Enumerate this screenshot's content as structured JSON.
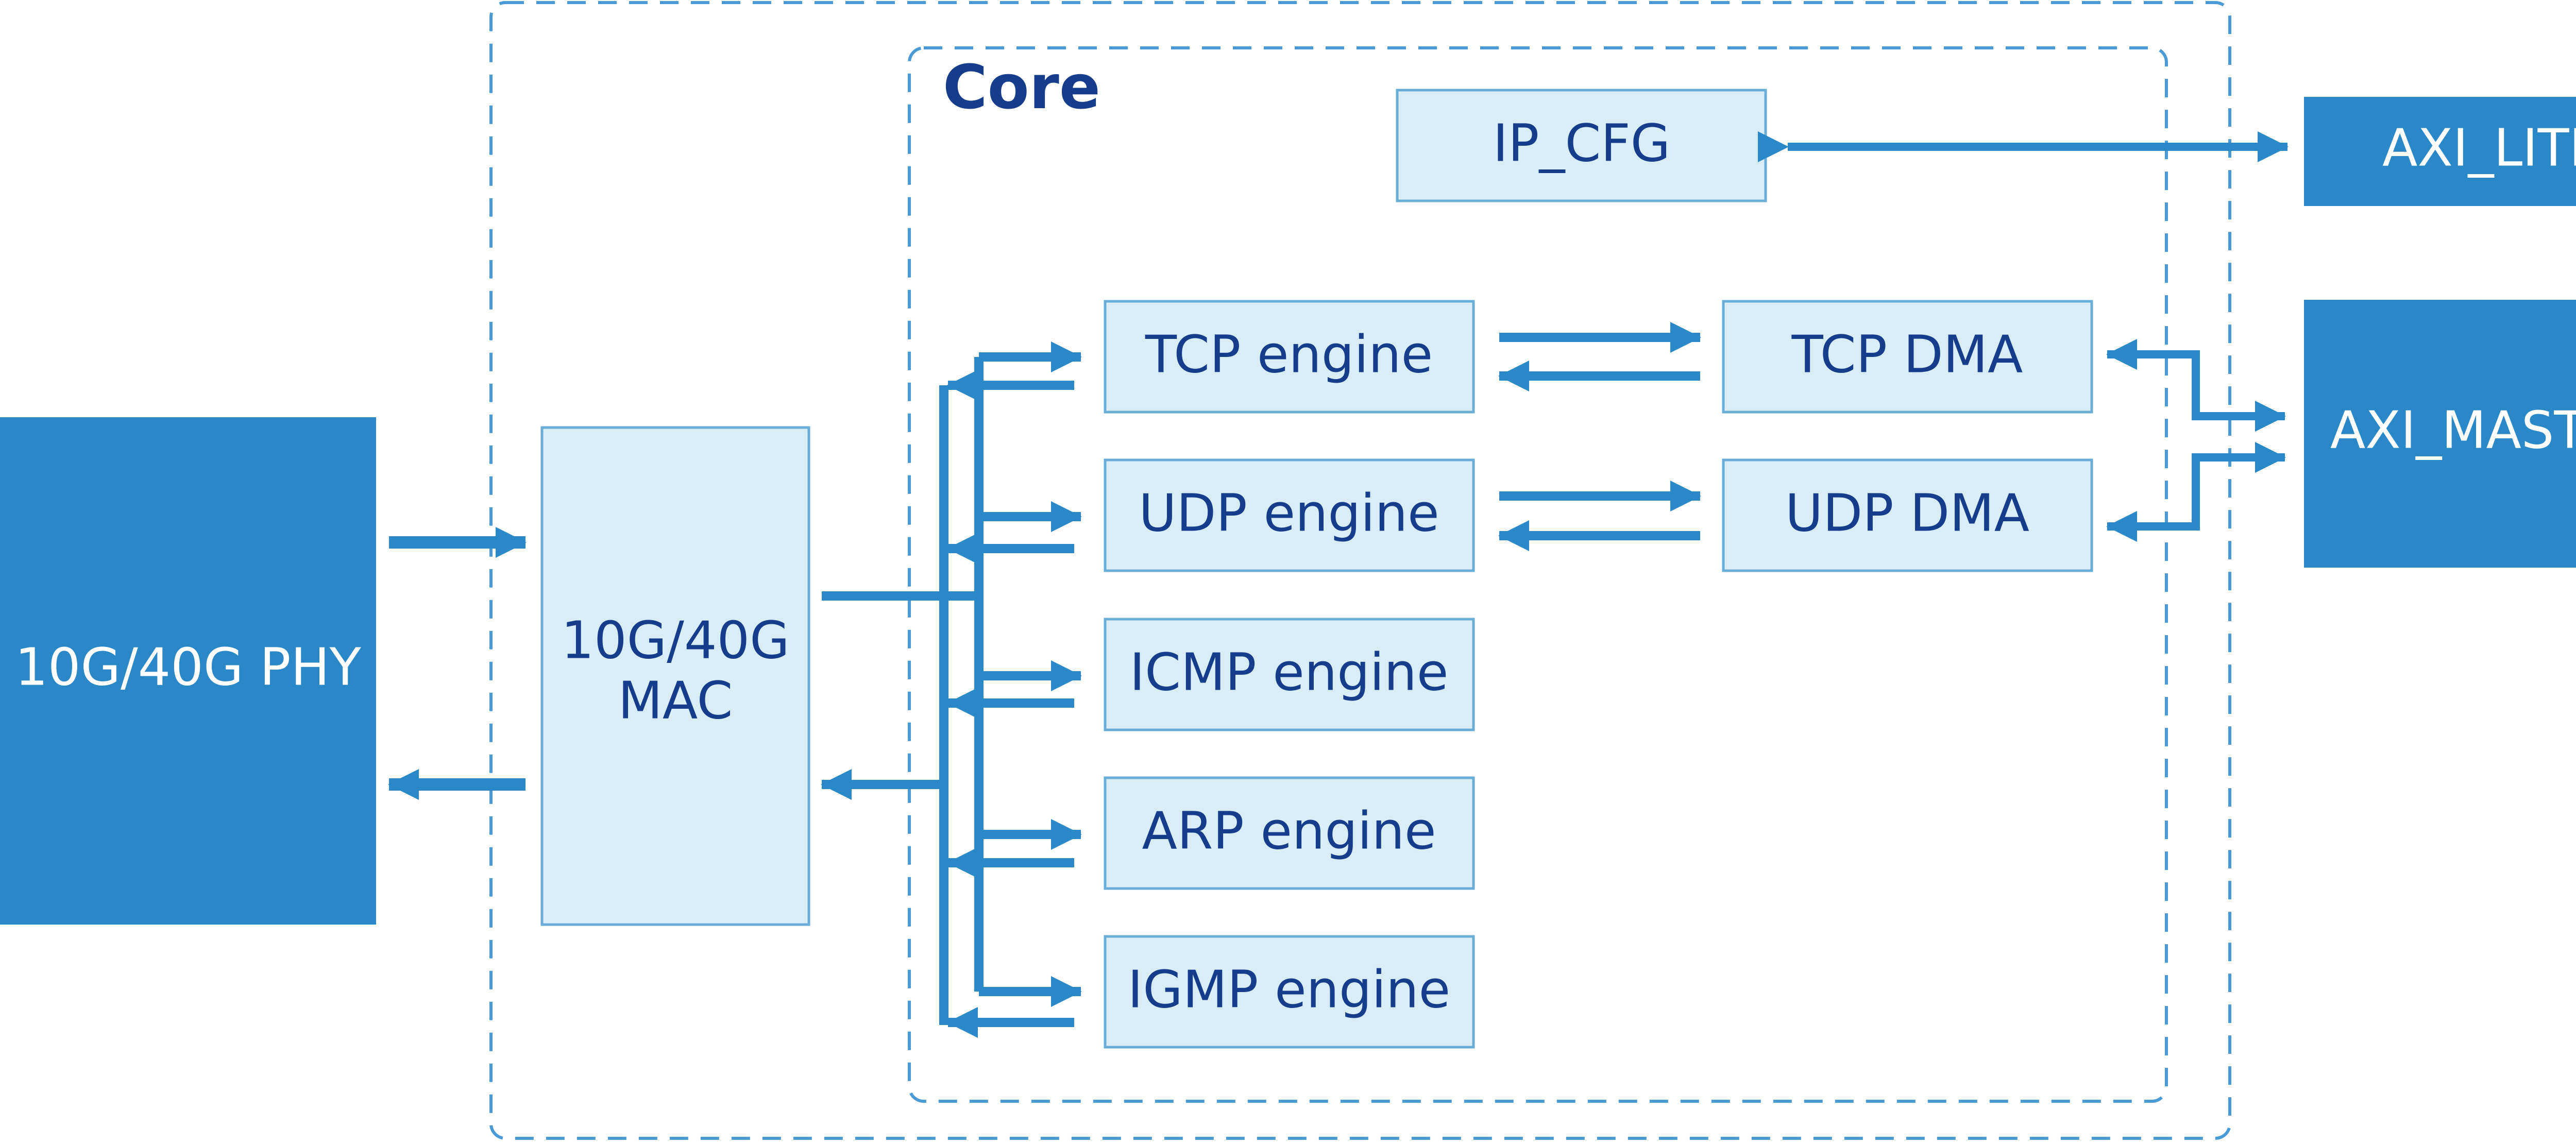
{
  "colors": {
    "dark_block": "#2B88C8",
    "light_block": "#D8EDF5",
    "light_border": "#6AAED8",
    "label_dark": "#163C8C",
    "label_light": "#ffffff",
    "dashed_border": "#4A9AD6",
    "arrow": "#2B88C8"
  },
  "external": {
    "phy": "10G/40G PHY",
    "axi_lite": "AXI_LITE",
    "axi_master": "AXI_MASTER"
  },
  "mac": {
    "line1": "10G/40G",
    "line2": "MAC"
  },
  "core": {
    "title": "Core"
  },
  "blocks": {
    "ip_cfg": "IP_CFG",
    "tcp_engine": "TCP engine",
    "udp_engine": "UDP engine",
    "icmp_engine": "ICMP engine",
    "arp_engine": "ARP engine",
    "igmp_engine": "IGMP engine",
    "tcp_dma": "TCP DMA",
    "udp_dma": "UDP DMA"
  }
}
